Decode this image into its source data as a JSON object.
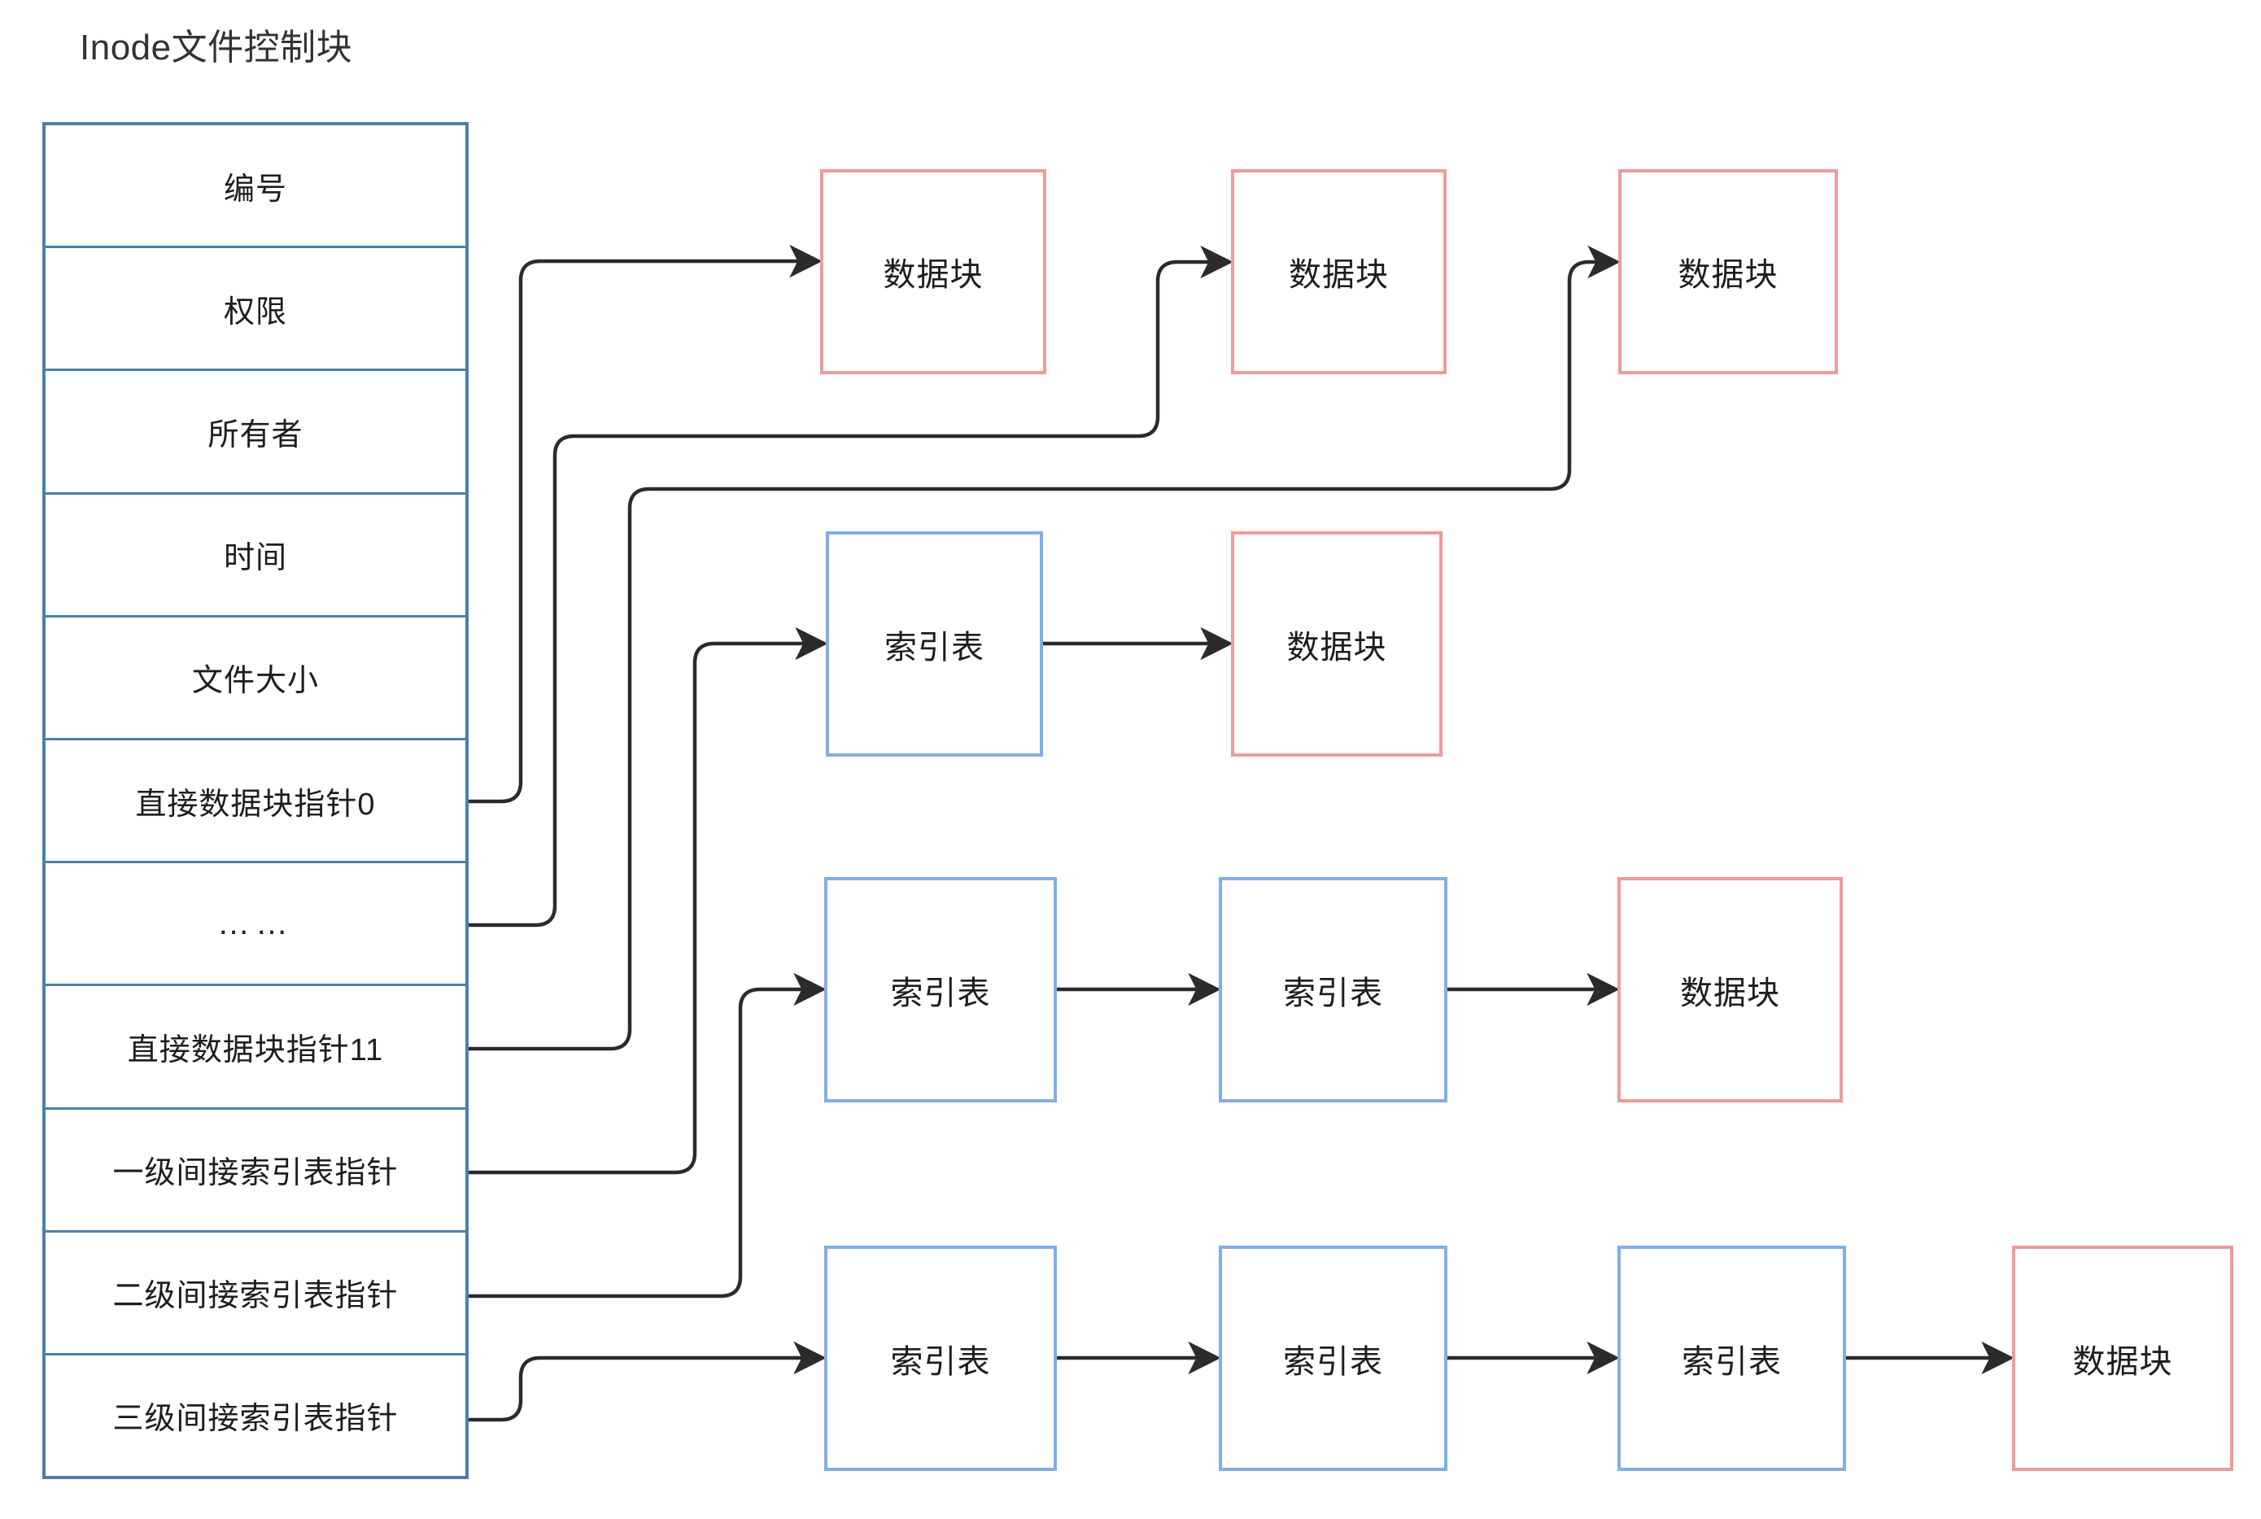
{
  "diagram": {
    "title": "Inode文件控制块",
    "colors": {
      "inode_border": "#4a7fae",
      "data_block_border": "#f09a9a",
      "index_table_border": "#82aee8",
      "connector": "#2b2b2b",
      "background": "#ffffff",
      "text": "#1d1d1d"
    }
  },
  "inode_table": {
    "name": "Inode文件控制块",
    "rows": [
      {
        "label": "编号"
      },
      {
        "label": "权限"
      },
      {
        "label": "所有者"
      },
      {
        "label": "时间"
      },
      {
        "label": "文件大小"
      },
      {
        "label": "直接数据块指针0"
      },
      {
        "label": "……"
      },
      {
        "label": "直接数据块指针11"
      },
      {
        "label": "一级间接索引表指针"
      },
      {
        "label": "二级间接索引表指针"
      },
      {
        "label": "三级间接索引表指针"
      }
    ]
  },
  "chains": [
    {
      "source_row": "直接数据块指针0",
      "nodes": [
        {
          "label": "数据块",
          "kind": "data"
        }
      ]
    },
    {
      "source_row": "……",
      "nodes": [
        {
          "label": "数据块",
          "kind": "data"
        }
      ]
    },
    {
      "source_row": "直接数据块指针11",
      "nodes": [
        {
          "label": "数据块",
          "kind": "data"
        }
      ]
    },
    {
      "source_row": "一级间接索引表指针",
      "nodes": [
        {
          "label": "索引表",
          "kind": "index"
        },
        {
          "label": "数据块",
          "kind": "data"
        }
      ]
    },
    {
      "source_row": "二级间接索引表指针",
      "nodes": [
        {
          "label": "索引表",
          "kind": "index"
        },
        {
          "label": "索引表",
          "kind": "index"
        },
        {
          "label": "数据块",
          "kind": "data"
        }
      ]
    },
    {
      "source_row": "三级间接索引表指针",
      "nodes": [
        {
          "label": "索引表",
          "kind": "index"
        },
        {
          "label": "索引表",
          "kind": "index"
        },
        {
          "label": "索引表",
          "kind": "index"
        },
        {
          "label": "数据块",
          "kind": "data"
        }
      ]
    }
  ],
  "boxes": {
    "r1c1": {
      "label": "数据块"
    },
    "r1c2": {
      "label": "数据块"
    },
    "r1c3": {
      "label": "数据块"
    },
    "r2c1": {
      "label": "索引表"
    },
    "r2c2": {
      "label": "数据块"
    },
    "r3c1": {
      "label": "索引表"
    },
    "r3c2": {
      "label": "索引表"
    },
    "r3c3": {
      "label": "数据块"
    },
    "r4c1": {
      "label": "索引表"
    },
    "r4c2": {
      "label": "索引表"
    },
    "r4c3": {
      "label": "索引表"
    },
    "r4c4": {
      "label": "数据块"
    }
  }
}
